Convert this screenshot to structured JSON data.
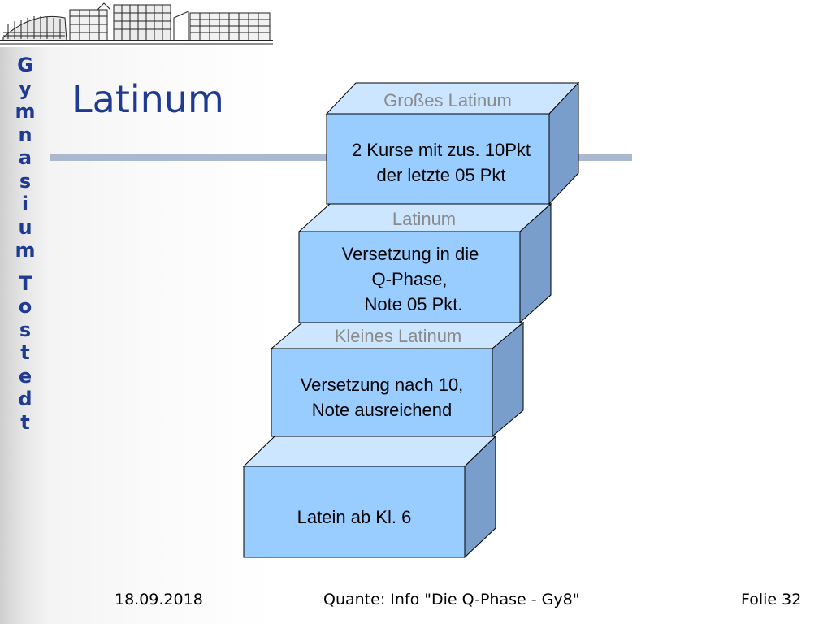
{
  "school_vertical": {
    "line1": [
      "G",
      "y",
      "m",
      "n",
      "a",
      "s",
      "i",
      "u",
      "m"
    ],
    "line2": [
      "T",
      "o",
      "s",
      "t",
      "e",
      "d",
      "t"
    ]
  },
  "title": "Latinum",
  "steps": [
    {
      "label": "Großes Latinum",
      "text": [
        "2 Kurse mit zus. 10Pkt",
        "der letzte 05 Pkt"
      ]
    },
    {
      "label": "Latinum",
      "text": [
        "Versetzung in die",
        "Q-Phase,",
        "Note 05 Pkt."
      ]
    },
    {
      "label": "Kleines Latinum",
      "text": [
        "Versetzung nach 10,",
        "Note ausreichend"
      ]
    },
    {
      "label": "",
      "text": [
        "Latein ab Kl. 6"
      ]
    }
  ],
  "colors": {
    "front": "#99ccff",
    "top": "#cce6ff",
    "side": "#7a9ecb",
    "accent": "#1f3a93"
  },
  "footer": {
    "date": "18.09.2018",
    "info": "Quante: Info \"Die Q-Phase - Gy8\"",
    "slide": "Folie 32"
  }
}
